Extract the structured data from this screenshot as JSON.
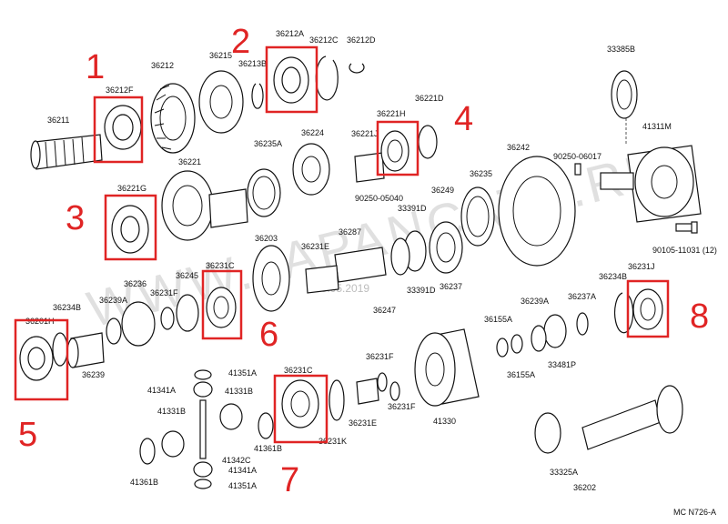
{
  "watermark": {
    "text": "WWW.JAPANCATS.RU",
    "date": "25.05.2019"
  },
  "drawing_code": "MC  N726-A",
  "callouts": [
    "1",
    "2",
    "3",
    "4",
    "5",
    "6",
    "7",
    "8"
  ],
  "part_labels": {
    "p36211": "36211",
    "p36212F": "36212F",
    "p36212": "36212",
    "p36215": "36215",
    "p36213B": "36213B",
    "p36212A": "36212A",
    "p36212C": "36212C",
    "p36212D": "36212D",
    "p33385B": "33385B",
    "p41311M": "41311M",
    "p36221H": "36221H",
    "p36221D": "36221D",
    "p36221J": "36221J",
    "p36242": "36242",
    "p36224": "36224",
    "p36235A": "36235A",
    "p36221": "36221",
    "p36221G": "36221G",
    "p90250_06017": "90250-06017",
    "p36235": "36235",
    "p90250_05040": "90250-05040",
    "p36249": "36249",
    "p33391D_a": "33391D",
    "p36203": "36203",
    "p36287": "36287",
    "p36231E_a": "36231E",
    "p90105": "90105-11031 (12)",
    "p36245": "36245",
    "p36231C_a": "36231C",
    "p36236": "36236",
    "p36231F_a": "36231F",
    "p36239A_a": "36239A",
    "p36234B_a": "36234B",
    "p36201H": "36201H",
    "p36239": "36239",
    "p33391D_b": "33391D",
    "p36247": "36247",
    "p36237": "36237",
    "p36231J": "36231J",
    "p36234B_b": "36234B",
    "p36239A_b": "36239A",
    "p36237A": "36237A",
    "p36155A_a": "36155A",
    "p36155A_b": "36155A",
    "p33481P": "33481P",
    "p41351A_a": "41351A",
    "p41341A_a": "41341A",
    "p41331B_a": "41331B",
    "p41331B_b": "41331B",
    "p41361B_a": "41361B",
    "p41342C": "41342C",
    "p41341A_b": "41341A",
    "p41351A_b": "41351A",
    "p41361B_b": "41361B",
    "p36231C_b": "36231C",
    "p36231F_b": "36231F",
    "p36231F_c": "36231F",
    "p36231E_b": "36231E",
    "p36231K": "36231K",
    "p41330": "41330",
    "p33325A": "33325A",
    "p36202": "36202"
  }
}
